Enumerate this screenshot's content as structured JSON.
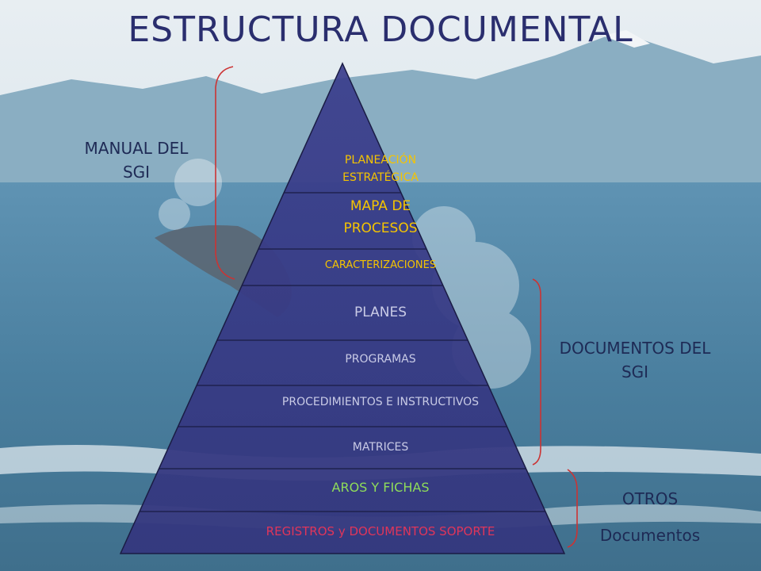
{
  "title": "ESTRUCTURA DOCUMENTAL",
  "groups": {
    "manual": {
      "line1": "MANUAL DEL",
      "line2": "SGI"
    },
    "documentos": {
      "line1": "DOCUMENTOS DEL",
      "line2": "SGI"
    },
    "otros": {
      "line1": "OTROS",
      "line2": "Documentos"
    }
  },
  "levels": [
    {
      "line1": "PLANEACIÓN",
      "line2": "ESTRATÉGICA"
    },
    {
      "line1": "MAPA DE",
      "line2": "PROCESOS"
    },
    {
      "label": "CARACTERIZACIONES"
    },
    {
      "label": "PLANES"
    },
    {
      "label": "PROGRAMAS"
    },
    {
      "label": "PROCEDIMIENTOS E INSTRUCTIVOS"
    },
    {
      "label": "MATRICES"
    },
    {
      "label": "AROS Y FICHAS"
    },
    {
      "label": "REGISTROS  y DOCUMENTOS SOPORTE"
    }
  ],
  "colors": {
    "pyramid": "#3b3f8f",
    "gold_text": "#f5c400",
    "light_text": "#c9cbe6",
    "green_text": "#8fdc5a",
    "red_text": "#e0355a",
    "bracket": "#cc3333",
    "title": "#2a2e6e"
  }
}
